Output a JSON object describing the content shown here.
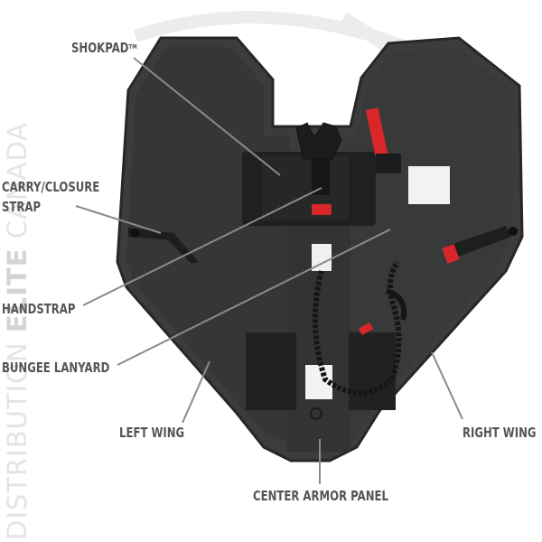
{
  "watermark": {
    "parts": [
      "DISTRIBUTION ",
      "ELITE",
      " CANADA"
    ]
  },
  "callouts": {
    "shokpad": "SHOKPAD",
    "shokpad_tm": "TM",
    "carry_closure_line1": "CARRY/CLOSURE",
    "carry_closure_line2": "STRAP",
    "handstrap": "HANDSTRAP",
    "bungee_lanyard": "BUNGEE LANYARD",
    "left_wing": "LEFT WING",
    "right_wing": "RIGHT WING",
    "center_armor_panel": "CENTER ARMOR PANEL"
  },
  "colors": {
    "panel": "#3b3d3c",
    "panel_dark": "#2b2d2c",
    "accent_red": "#d9262b",
    "label_gray": "#555555",
    "leader_line": "#8a8a8a"
  }
}
